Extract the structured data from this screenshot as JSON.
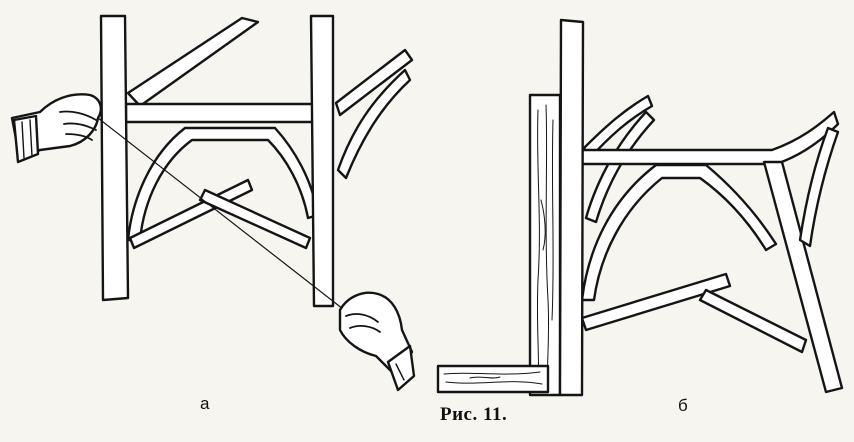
{
  "figure": {
    "caption": "Рис. 11.",
    "labels": {
      "a": "а",
      "b": "б"
    }
  },
  "colors": {
    "ink": "#151515",
    "paper": "#f7f5f0",
    "wood": "#ffffff"
  }
}
